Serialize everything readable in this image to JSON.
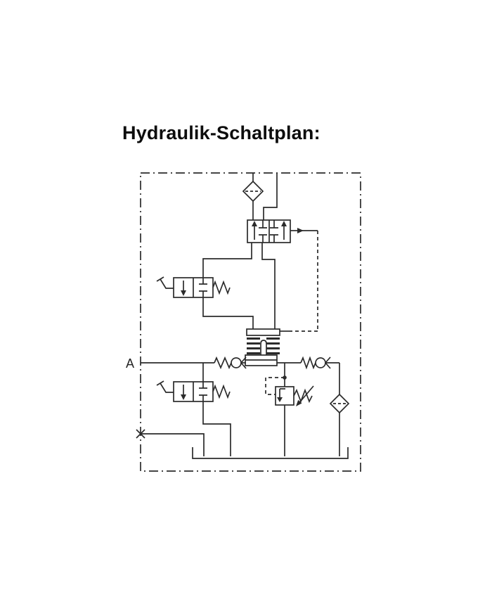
{
  "title": "Hydraulik-Schaltplan:",
  "colors": {
    "background": "#ffffff",
    "line": "#2b2b2b",
    "text": "#0d0d0d"
  },
  "diagram": {
    "port_label": "A",
    "symbols": [
      {
        "name": "system-boundary",
        "type": "dash-dot enclosure"
      },
      {
        "name": "breather-filter-top",
        "type": "filter diamond with dashed element"
      },
      {
        "name": "pilot-selector-valve",
        "type": "2-position directional valve with external arrow"
      },
      {
        "name": "hand-lever-valve-upper",
        "type": "2/2 lever-operated valve with spring return"
      },
      {
        "name": "multi-disc-brake",
        "type": "disc stack with release piston"
      },
      {
        "name": "check-valve-left",
        "type": "spring-loaded check valve"
      },
      {
        "name": "check-valve-right",
        "type": "spring-loaded check valve"
      },
      {
        "name": "pressure-relief-valve",
        "type": "adjustable spring, pilot operated"
      },
      {
        "name": "return-filter",
        "type": "filter diamond with dashed element"
      },
      {
        "name": "hand-lever-valve-lower",
        "type": "2/2 lever-operated valve with spring return"
      },
      {
        "name": "plugged-test-port",
        "type": "x-marked closed port"
      },
      {
        "name": "tank-manifold",
        "type": "common return line"
      }
    ]
  }
}
